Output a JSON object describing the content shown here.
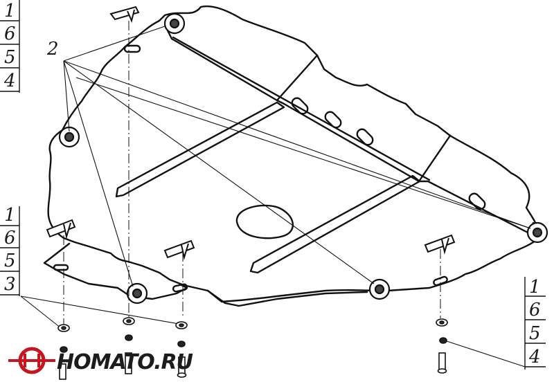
{
  "callouts": {
    "top_left": [
      "1",
      "6",
      "5",
      "4"
    ],
    "middle_left": [
      "1",
      "6",
      "5",
      "3"
    ],
    "bottom_right": [
      "1",
      "6",
      "5",
      "4"
    ],
    "plate_pointer": "2"
  },
  "logo": {
    "text": "HOMATO.RU",
    "accent": "#c8141e"
  },
  "colors": {
    "line": "#111111",
    "background": "#ffffff"
  }
}
